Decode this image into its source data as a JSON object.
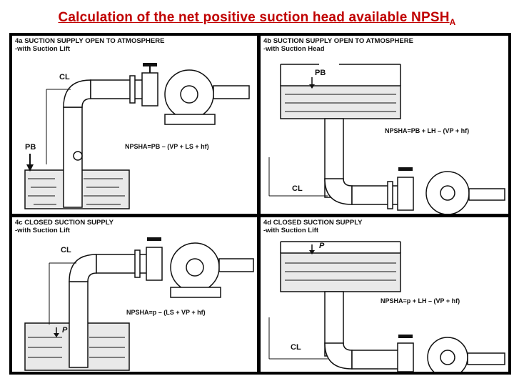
{
  "title": {
    "text": "Calculation of the net positive suction head available NPSH",
    "subscript": "A"
  },
  "panels": [
    {
      "id": "4a",
      "heading": "4a SUCTION SUPPLY OPEN TO ATMOSPHERE",
      "subheading": "-with Suction Lift",
      "formula": "NPSHA=PB – (VP + LS + hf)",
      "pressure_label": "PB",
      "centerline_label": "CL"
    },
    {
      "id": "4b",
      "heading": "4b SUCTION SUPPLY OPEN TO ATMOSPHERE",
      "subheading": "-with Suction Head",
      "formula": "NPSHA=PB + LH – (VP + hf)",
      "pressure_label": "PB",
      "centerline_label": "CL"
    },
    {
      "id": "4c",
      "heading": "4c CLOSED SUCTION SUPPLY",
      "subheading": "-with Suction Lift",
      "formula": "NPSHA=p – (LS + VP + hf)",
      "pressure_label": "P",
      "centerline_label": "CL"
    },
    {
      "id": "4d",
      "heading": "4d CLOSED SUCTION SUPPLY",
      "subheading": "-with Suction Lift",
      "formula": "NPSHA=p + LH – (VP + hf)",
      "pressure_label": "P",
      "centerline_label": "CL"
    }
  ],
  "colors": {
    "title": "#c00000",
    "frame": "#000000",
    "ink": "#111111",
    "water": "#e9e9e9"
  }
}
